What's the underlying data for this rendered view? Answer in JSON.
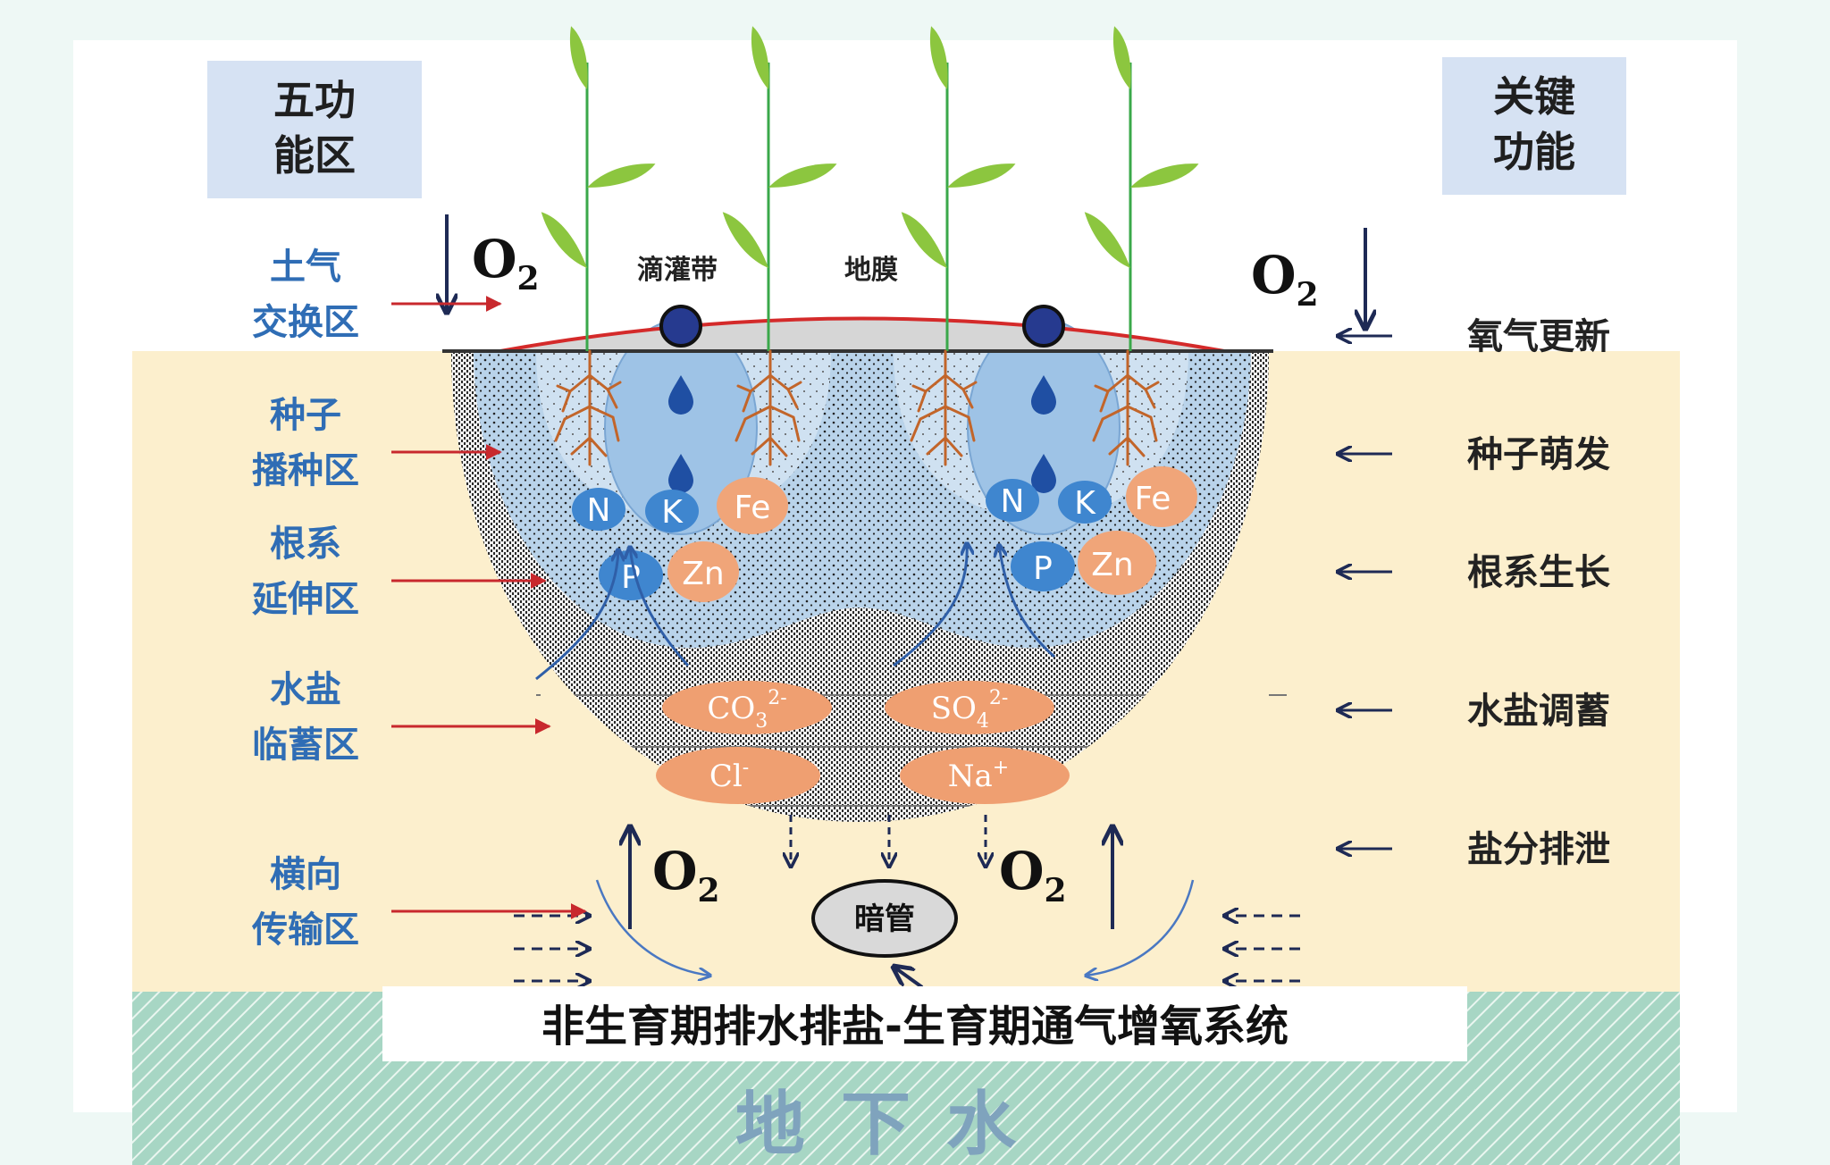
{
  "headers": {
    "left": [
      "五功",
      "能区"
    ],
    "right": [
      "关键",
      "功能"
    ]
  },
  "zones": [
    {
      "lines": [
        "土气",
        "交换区"
      ]
    },
    {
      "lines": [
        "种子",
        "播种区"
      ]
    },
    {
      "lines": [
        "根系",
        "延伸区"
      ]
    },
    {
      "lines": [
        "水盐",
        "临蓄区"
      ]
    },
    {
      "lines": [
        "横向",
        "传输区"
      ]
    }
  ],
  "functions": [
    "氧气更新",
    "种子萌发",
    "根系生长",
    "水盐调蓄",
    "盐分排泄"
  ],
  "labels": {
    "drip_tape": "滴灌带",
    "mulch": "地膜",
    "drain_pipe": "暗管",
    "o2_main": "O",
    "o2_sub": "2"
  },
  "nutrients": {
    "left": [
      "N",
      "K",
      "Fe",
      "P",
      "Zn"
    ],
    "right": [
      "N",
      "K",
      "Fe",
      "P",
      "Zn"
    ]
  },
  "salts": {
    "co3": "CO",
    "co3_sub": "3",
    "co3_sup": "2-",
    "so4": "SO",
    "so4_sub": "4",
    "so4_sup": "2-",
    "cl": "Cl",
    "cl_sup": "-",
    "na": "Na",
    "na_sup": "+"
  },
  "caption": "非生育期排水排盐-生育期通气增氧系统",
  "groundwater": "地下水",
  "colors": {
    "zone_text": "#2f6db5",
    "header_bg": "#d6e2f3",
    "soil": "#fcefcd",
    "water_zone": "#b9d3ea",
    "nutrient_blue": "#3f86cf",
    "nutrient_orange": "#f0a579",
    "salt_orange": "#ef9f71",
    "red_arrow": "#c8282d",
    "groundwater": "#9fd1be"
  }
}
